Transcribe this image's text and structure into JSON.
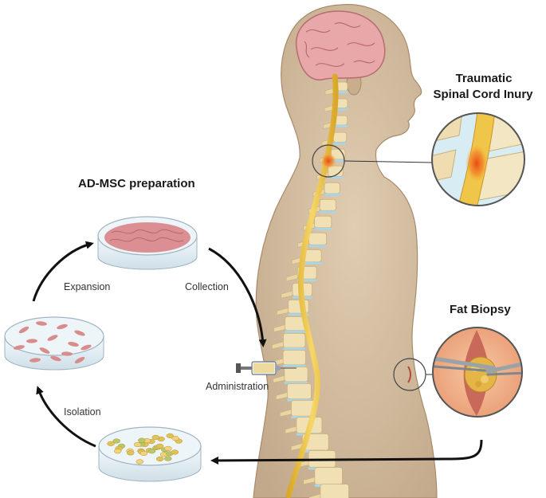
{
  "labels": {
    "prep_title": "AD-MSC preparation",
    "expansion": "Expansion",
    "collection": "Collection",
    "administration": "Administration",
    "isolation": "Isolation",
    "injury_title_line1": "Traumatic",
    "injury_title_line2": "Spinal Cord Inury",
    "fat_biopsy": "Fat Biopsy"
  },
  "colors": {
    "skin": "#d7c3a6",
    "skin_shadow": "#b59a7a",
    "brain": "#e7a7a9",
    "spine_bone": "#f1e0b3",
    "disc": "#a8d6e6",
    "cord": "#e9c34a",
    "injury": "#e8641e",
    "dish_glass": "#e9f2f7",
    "expanded_cells": "#d98c8c",
    "isolated_cells": "#e0c25a",
    "biopsy_bg": "#f1b88f",
    "fat": "#e3b44a",
    "arrow": "#111111"
  },
  "icons": {
    "syringe": "syringe-icon",
    "arrowheads": "arrowhead-icon"
  }
}
